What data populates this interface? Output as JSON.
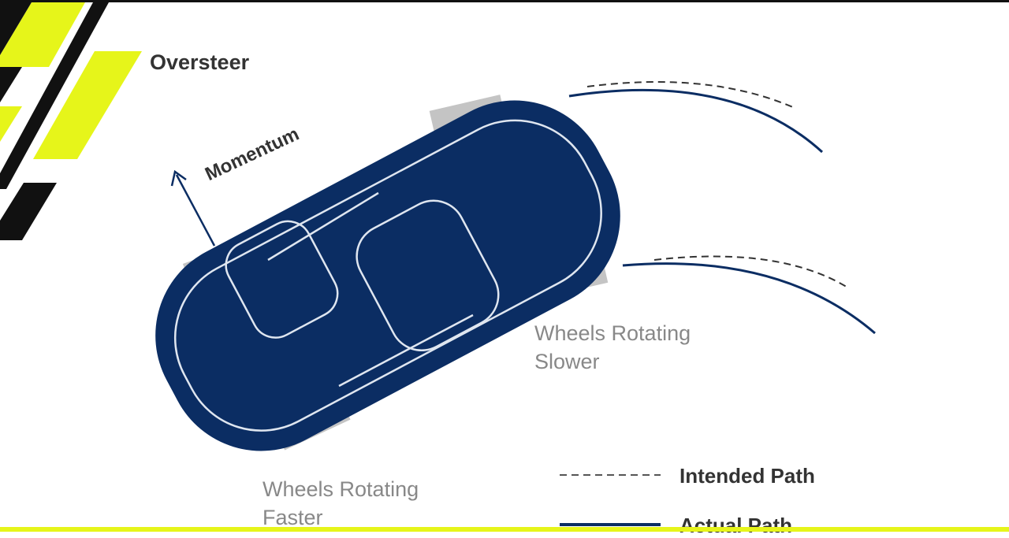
{
  "title": "Oversteer",
  "labels": {
    "momentum": "Momentum"
  },
  "rear_lines": [
    "Wheels Rotating",
    "Slower"
  ],
  "front_lines": [
    "Wheels Rotating",
    "Faster"
  ],
  "legend": {
    "intended": "Intended Path",
    "actual": "Actual Path"
  },
  "colors": {
    "car": "#0b2d63",
    "accent": "#e6f51a",
    "tire": "#c4c4c4"
  }
}
